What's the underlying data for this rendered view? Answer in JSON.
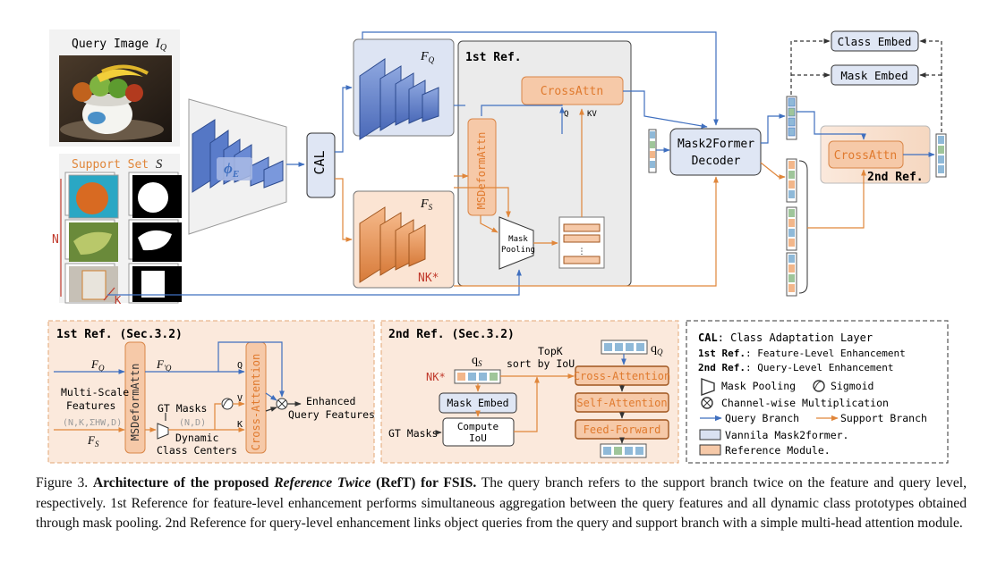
{
  "top": {
    "query_image_label": "Query Image",
    "query_image_sym": "I",
    "query_image_sub": "Q",
    "support_set_label": "Support Set",
    "support_set_sym": "S",
    "n_label": "N",
    "k_label": "K",
    "backbone_sym": "ϕ",
    "backbone_sub": "E",
    "cal": "CAL",
    "fq_sym": "F",
    "fq_sub": "Q",
    "fs_sym": "F",
    "fs_sub": "S",
    "nk_label": "NK*",
    "first_ref": "1st Ref.",
    "crossattn": "CrossAttn",
    "q": "Q",
    "kv": "KV",
    "msdeform": "MSDeformAttn",
    "mask_pooling_1": "Mask",
    "mask_pooling_2": "Pooling",
    "dots": "⋮",
    "m2f_1": "Mask2Former",
    "m2f_2": "Decoder",
    "class_embed": "Class Embed",
    "mask_embed": "Mask Embed",
    "crossattn2": "CrossAttn",
    "second_ref": "2nd Ref."
  },
  "panel1": {
    "title": "1st Ref. (Sec.3.2)",
    "fq_sym": "F",
    "fq_sub": "Q",
    "fq_prime_sub": "Q",
    "msdeform": "MSDeformAttn",
    "cross_attention": "Cross-Attention",
    "q": "Q",
    "v": "V",
    "k": "K",
    "multi_scale_1": "Multi-Scale",
    "multi_scale_2": "Features",
    "dims_nk": "(N,K,ΣHW,D)",
    "fs_sym": "F",
    "fs_sub": "S",
    "gt_masks": "GT Masks",
    "dims_nd": "(N,D)",
    "dyn_1": "Dynamic",
    "dyn_2": "Class Centers",
    "enh_1": "Enhanced",
    "enh_2": "Query Features"
  },
  "panel2": {
    "title": "2nd Ref. (Sec.3.2)",
    "qs_sym": "q",
    "qs_sub": "S",
    "qq_sym": "q",
    "qq_sub": "Q",
    "nk_label": "NK*",
    "topk_1": "TopK",
    "topk_2": "sort by IoU",
    "mask_embed": "Mask Embed",
    "compute_1": "Compute",
    "compute_2": "IoU",
    "gt_masks": "GT Masks",
    "cross_attention": "Cross-Attention",
    "self_attention": "Self-Attention",
    "feed_forward": "Feed-Forward"
  },
  "legend": {
    "cal_key": "CAL",
    "cal_text": ": Class Adaptation Layer",
    "first_key": "1st Ref.",
    "first_text": ": Feature-Level Enhancement",
    "second_key": "2nd Ref.",
    "second_text": ": Query-Level Enhancement",
    "mask_pooling": "Mask Pooling",
    "sigmoid": "Sigmoid",
    "channel_mult": "Channel-wise Multiplication",
    "query_branch": "Query Branch",
    "support_branch": "Support Branch",
    "vanilla": "Vannila Mask2former.",
    "reference": "Reference Module."
  },
  "caption": {
    "fig": "Figure 3.",
    "bold_1": "Architecture of the proposed",
    "bold_italic": "Reference Twice",
    "bold_2": "(RefT) for FSIS.",
    "text": "The query branch refers to the support branch twice on the feature and query level, respectively. 1st Reference for feature-level enhancement performs simultaneous aggregation between the query features and all dynamic class prototypes obtained through mask pooling. 2nd Reference for query-level enhancement links object queries from the query and support branch with a simple multi-head attention module."
  },
  "colors": {
    "query_branch": "#3f6fbf",
    "support_branch": "#e0863a",
    "vanilla_fill": "#d9e1f1",
    "reference_fill": "#f6c9a8",
    "orange_text": "#d87a2e",
    "red_text": "#c0392b"
  }
}
